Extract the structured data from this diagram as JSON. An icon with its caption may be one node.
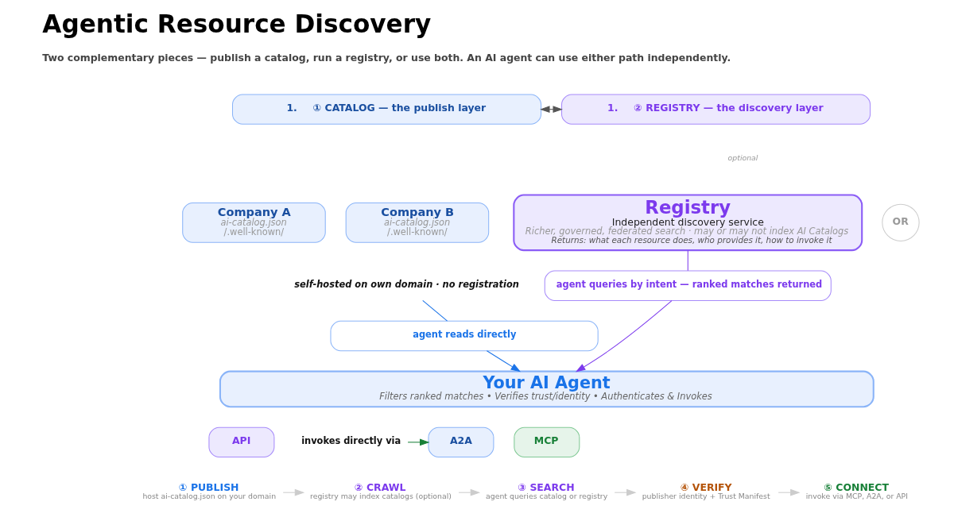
{
  "diagram": {
    "title": "Agentic Resource Discovery",
    "nodes": [
      {
        "text": [
          "1.",
          "① CATALOG — the publish layer"
        ]
      },
      {
        "text": [
          "1.",
          "② REGISTRY — the discovery layer"
        ]
      },
      {
        "text": [
          "Company A",
          "ai-catalog.json",
          "/.well-known/"
        ]
      },
      {
        "text": [
          "Company B",
          "ai-catalog.json",
          "/.well-known/"
        ]
      },
      {
        "text": [
          "OR"
        ]
      },
      {
        "text": [
          "Registry",
          "Independent discovery service",
          "Richer, governed, federated search · may or may not index AI Catalogs",
          "Returns: what each resource does, who provides it, how to invoke it"
        ]
      },
      {
        "text": [
          "self-hosted on own domain · no registration"
        ]
      },
      {
        "text": [
          "agent reads directly"
        ]
      },
      {
        "text": [
          "agent queries by intent — ranked matches returned"
        ]
      },
      {
        "text": [
          "Your AI Agent",
          "Filters ranked matches • Verifies trust/identity • Authenticates & Invokes"
        ]
      },
      {
        "text": [
          "invokes directly via"
        ]
      },
      {
        "text": [
          "A2A"
        ]
      },
      {
        "text": [
          "MCP"
        ]
      },
      {
        "text": [
          "API"
        ]
      },
      {
        "text": [
          "① PUBLISH",
          "host ai-catalog.json on your domain"
        ]
      },
      {
        "text": [
          "② CRAWL",
          "registry may index catalogs (optional)"
        ]
      },
      {
        "text": [
          "③ SEARCH",
          "agent queries catalog or registry"
        ]
      },
      {
        "text": [
          "④ VERIFY",
          "publisher identity + Trust Manifest"
        ]
      },
      {
        "text": [
          "⑤ CONNECT",
          "invoke via MCP, A2A, or API"
        ]
      }
    ],
    "edges": [
      {
        "from": 0,
        "to": 1,
        "arrow": "both",
        "color": "#555555"
      },
      {
        "from": 6,
        "to": 7,
        "arrow": "none",
        "color": "#1a73e8"
      },
      {
        "from": 7,
        "to": 9,
        "arrow": "to",
        "color": "#1a73e8"
      },
      {
        "from": 5,
        "to": 8,
        "arrow": "none",
        "color": "#7c3aed"
      },
      {
        "from": 8,
        "to": 9,
        "arrow": "to",
        "color": "#7c3aed"
      },
      {
        "from": 10,
        "to": 11,
        "arrow": "to",
        "color": "#188038"
      },
      {
        "from": 14,
        "to": 15,
        "arrow": "to",
        "color": "#cccccc"
      },
      {
        "from": 15,
        "to": 16,
        "arrow": "to",
        "color": "#cccccc"
      },
      {
        "from": 16,
        "to": 17,
        "arrow": "to",
        "color": "#cccccc"
      },
      {
        "from": 17,
        "to": 18,
        "arrow": "to",
        "color": "#cccccc"
      }
    ],
    "labels": [
      "Two complementary pieces — publish a catalog, run a registry, or use both. An AI agent can use either path independently.",
      "optional"
    ]
  }
}
